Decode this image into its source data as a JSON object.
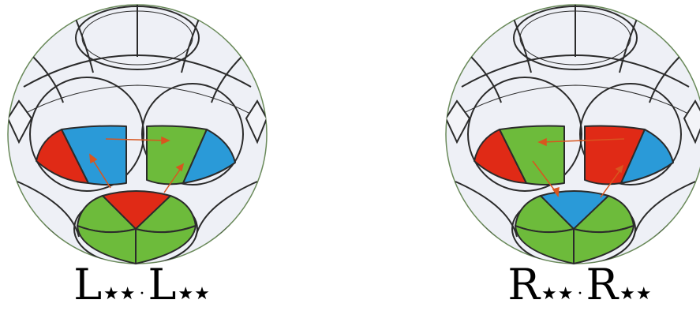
{
  "diagrams": [
    {
      "caption": {
        "base1": "L",
        "stars1": "★★",
        "dot": "·",
        "base2": "L",
        "stars2": "★★"
      },
      "colors": {
        "left_piece": "#e02a16",
        "center_left": "#2a9ad8",
        "center_right": "#6dbb3b",
        "right_piece": "#2a9ad8",
        "bottom_top": "#e02a16",
        "bottom_disk": "#6dbb3b"
      }
    },
    {
      "caption": {
        "base1": "R",
        "stars1": "★★",
        "dot": "·",
        "base2": "R",
        "stars2": "★★"
      },
      "colors": {
        "left_piece": "#e02a16",
        "center_left": "#6dbb3b",
        "center_right": "#e02a16",
        "right_piece": "#2a9ad8",
        "bottom_top": "#2a9ad8",
        "bottom_disk": "#6dbb3b"
      }
    }
  ],
  "palette": {
    "outline": "#2b2b2b",
    "shell": "#eef0f6",
    "arrow": "#d8561f"
  }
}
